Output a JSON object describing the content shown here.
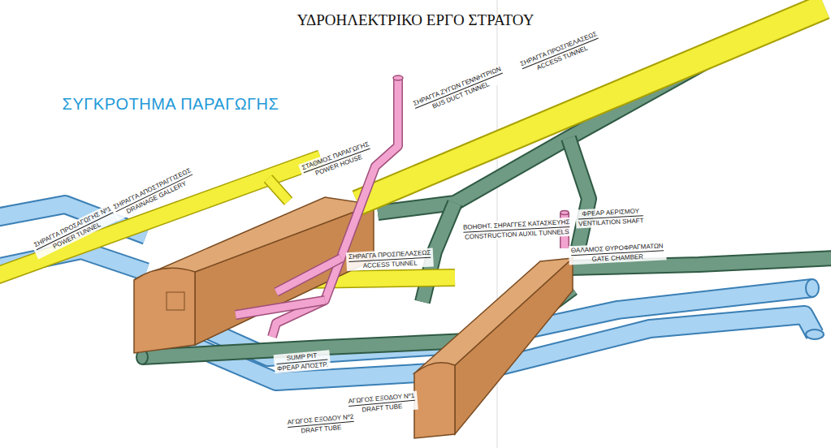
{
  "diagram": {
    "title": "ΥΔΡΟΗΛΕΚΤΡΙΚΟ ΕΡΓΟ ΣΤΡΑΤΟΥ",
    "labels": [
      "ΣΥΓΚΡΟΤΗΜΑ ΠΑΡΑΓΩΓΗΣ",
      "ΣΗΡΑΓΓΑ ΠΡΟΣΑΓΩΓΗΣ Nº1",
      "POWER TUNNEL",
      "ΣΗΡΑΓΓΑ ΑΠΟΣΤΡΑΓΓΙΣΕΩΣ",
      "DRAINAGE GALLERY",
      "ΣΤΑΘΜΟΣ ΠΑΡΑΓΩΓΗΣ",
      "POWER HOUSE",
      "ΣΗΡΑΓΓΑ ΖΥΓΩΝ ΓΕΝΝΗΤΡΙΩΝ",
      "BUS DUCT TUNNEL",
      "ΣΗΡΑΓΓΑ ΠΡΟΣΠΕΛΑΣΕΩΣ",
      "ACCESS TUNNEL",
      "ΦΡΕΑΡ ΑΕΡΙΣΜΟΥ",
      "VENTILATION SHAFT",
      "ΒΟΗΘΗΤ. ΣΗΡΑΓΓΕΣ ΚΑΤΑΣΚΕΥΗΣ",
      "CONSTRUCTION AUXIL TUNNELS",
      "ΣΗΡΑΓΓΑ ΠΡΟΣΠΕΛΑΣΕΩΣ",
      "ACCESS TUNNEL",
      "ΘΑΛΑΜΟΣ ΘΥΡΟΦΡΑΓΜΑΤΩΝ",
      "GATE CHAMBER",
      "SUMP PIT",
      "ΦΡΕΑΡ ΑΠΟΣΤΡ.",
      "ΑΓΩΓΟΣ ΕΞΟΔΟΥ Nº1",
      "DRAFT TUBE",
      "ΑΓΩΓΟΣ ΕΞΟΔΟΥ Nº2",
      "DRAFT TUBE"
    ]
  }
}
